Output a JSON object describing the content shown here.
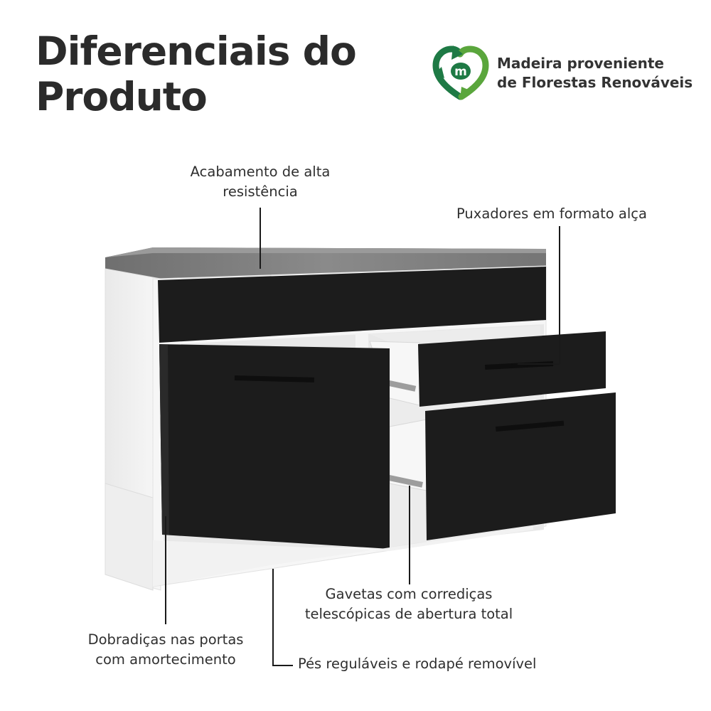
{
  "title": {
    "line1": "Diferenciais do",
    "line2": "Produto"
  },
  "badge": {
    "icon": "recycle-leaf-m-icon",
    "icon_letter": "m",
    "line1": "Madeira proveniente",
    "line2": "de Florestas Renováveis",
    "colors": {
      "dark_green": "#1e7a45",
      "light_green": "#5aa63c"
    }
  },
  "features": {
    "finish": {
      "line1": "Acabamento de alta",
      "line2": "resistência"
    },
    "handles": {
      "text": "Puxadores em formato alça"
    },
    "slides": {
      "line1": "Gavetas com corrediças",
      "line2": "telescópicas de abertura total"
    },
    "hinges": {
      "line1": "Dobradiças nas portas",
      "line2": "com amortecimento"
    },
    "feet": {
      "text": "Pés reguláveis e rodapé removível"
    }
  },
  "colors": {
    "cabinet_white": "#f4f4f4",
    "front_black": "#1c1c1c",
    "countertop_grey": "#7a7a7a",
    "text": "#2b2b2b"
  }
}
